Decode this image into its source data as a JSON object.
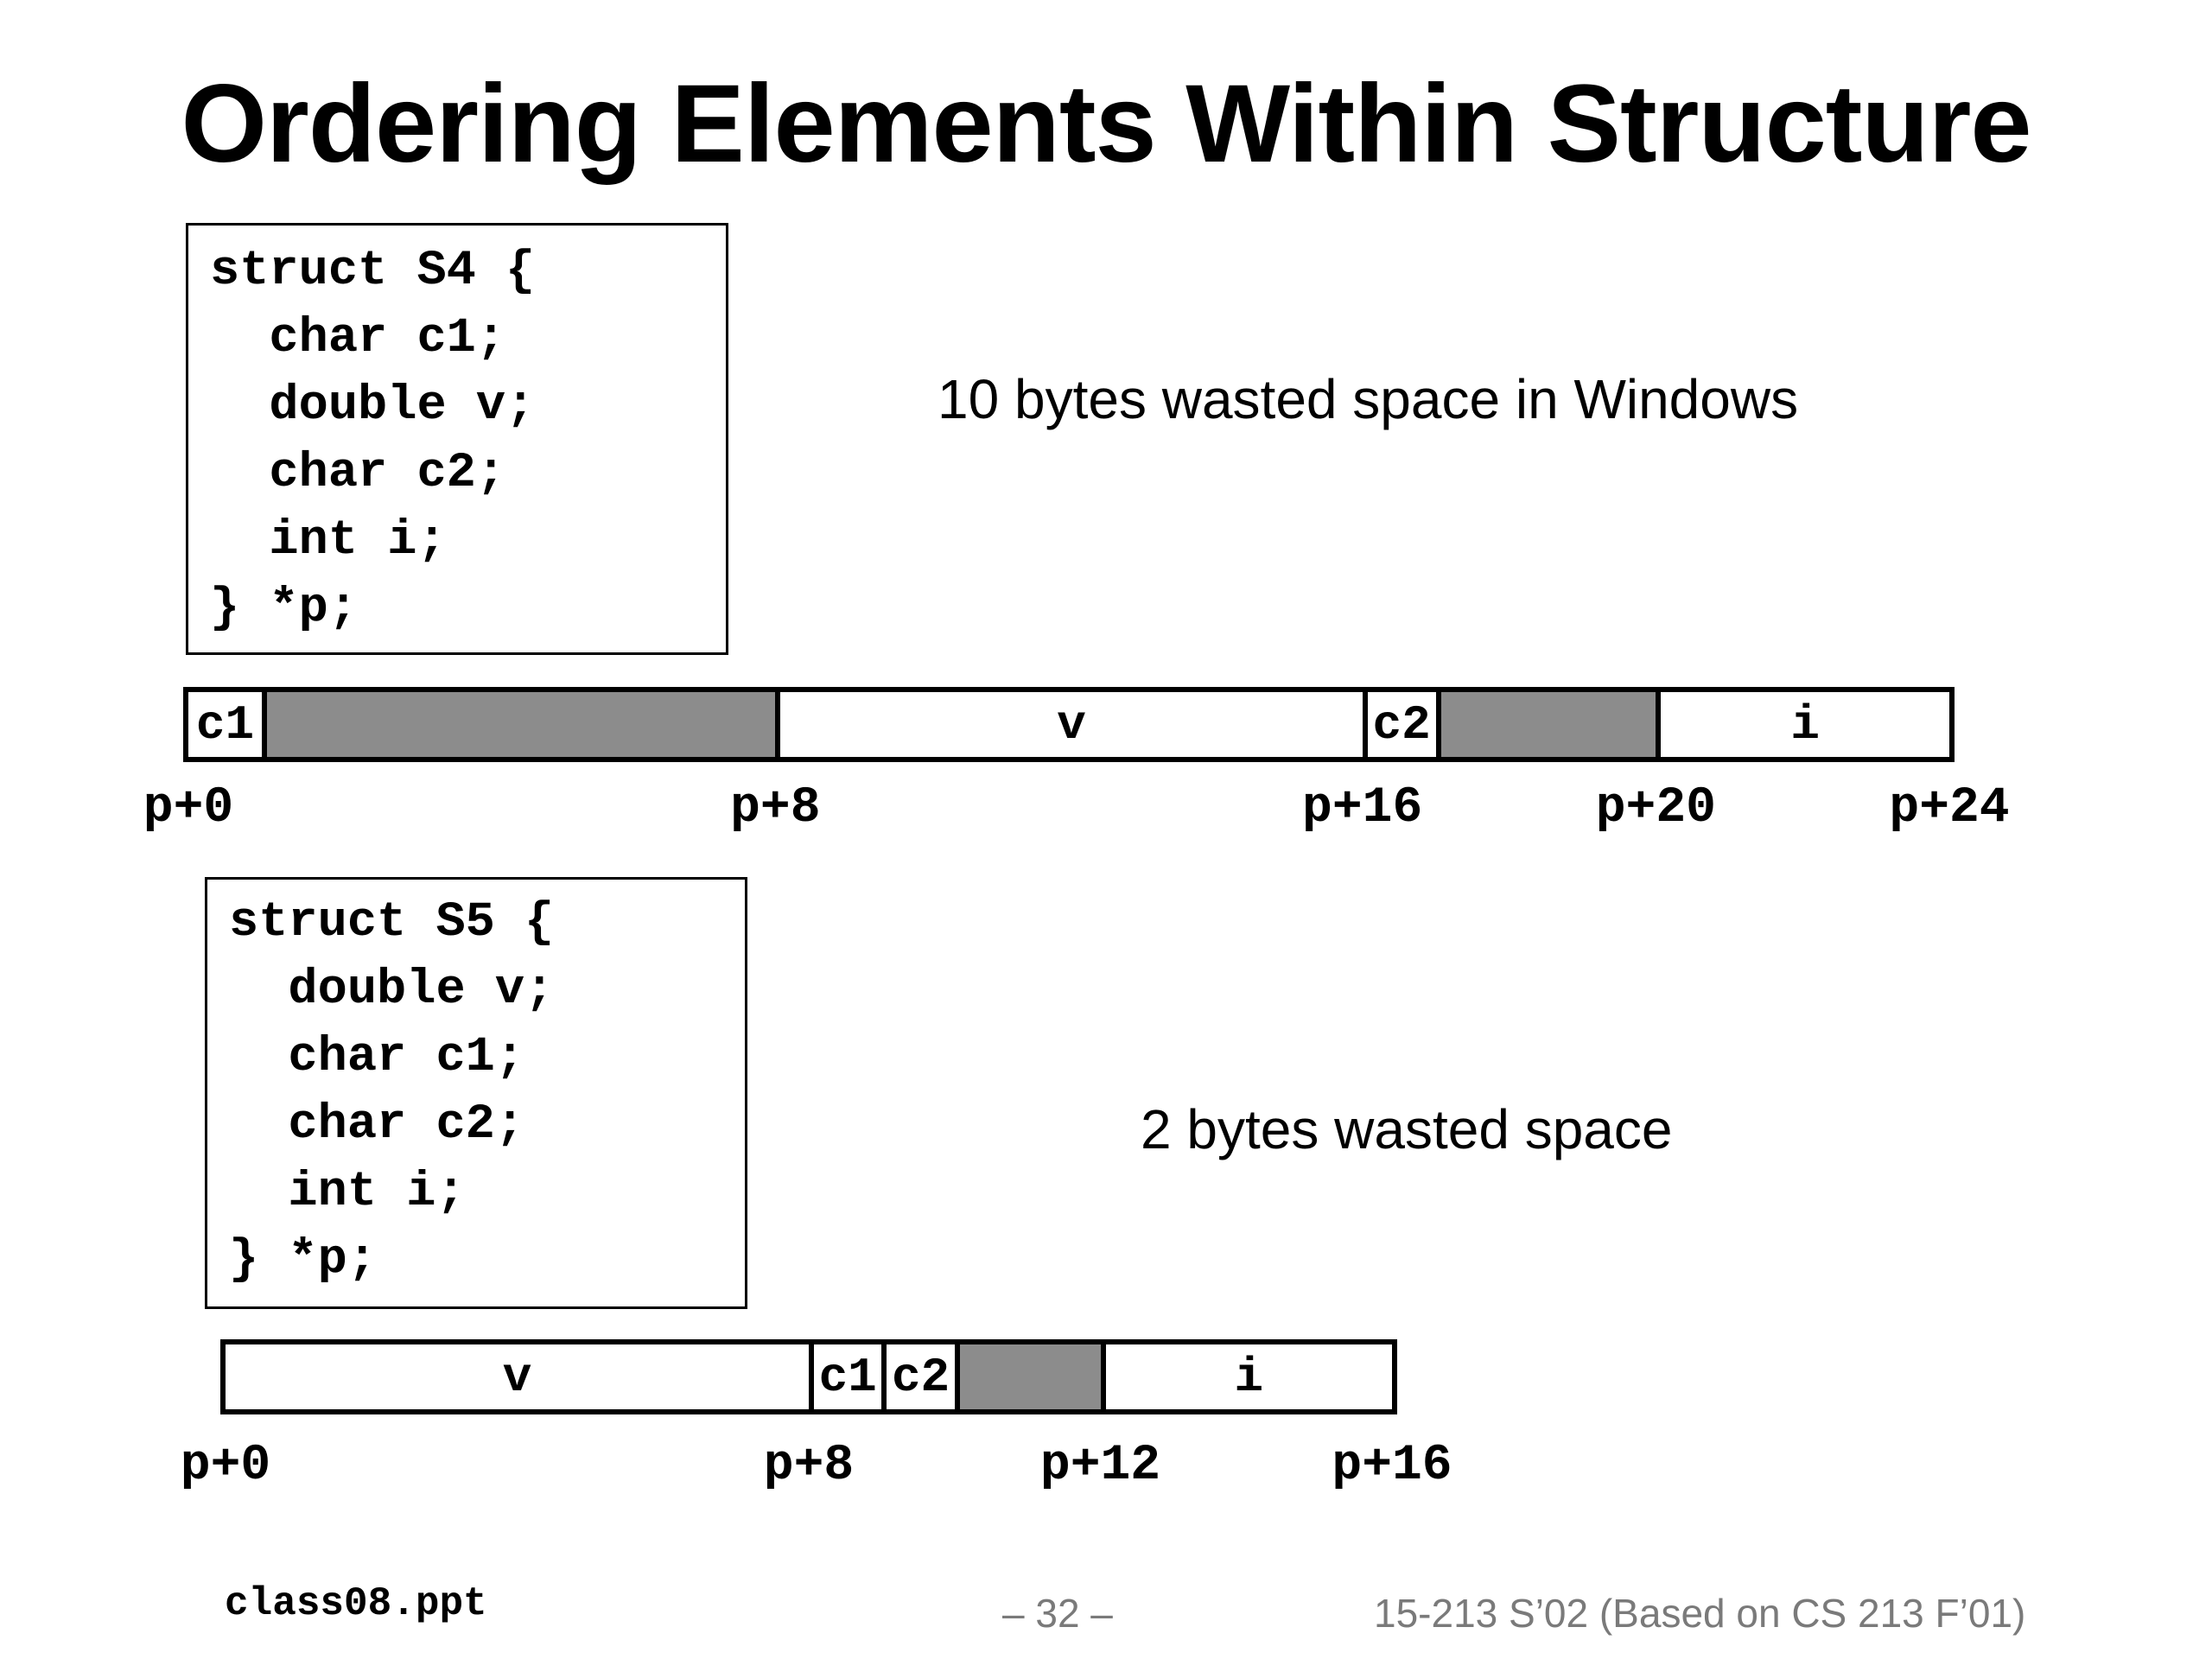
{
  "slide": {
    "title": "Ordering Elements Within Structure"
  },
  "s4": {
    "code": [
      "struct S4 {",
      "  char c1;",
      "  double v;",
      "  char c2;",
      "  int i;",
      "} *p;"
    ],
    "note": "10 bytes wasted space in Windows",
    "cells": [
      {
        "label": "c1",
        "start": 0,
        "end": 1,
        "pad": false
      },
      {
        "label": "",
        "start": 1,
        "end": 8,
        "pad": true
      },
      {
        "label": "v",
        "start": 8,
        "end": 16,
        "pad": false
      },
      {
        "label": "c2",
        "start": 16,
        "end": 17,
        "pad": false
      },
      {
        "label": "",
        "start": 17,
        "end": 20,
        "pad": true
      },
      {
        "label": "i",
        "start": 20,
        "end": 24,
        "pad": false
      }
    ],
    "ticks": [
      {
        "label": "p+0",
        "offset": 0
      },
      {
        "label": "p+8",
        "offset": 8
      },
      {
        "label": "p+16",
        "offset": 16
      },
      {
        "label": "p+20",
        "offset": 20
      },
      {
        "label": "p+24",
        "offset": 24
      }
    ]
  },
  "s5": {
    "code": [
      "struct S5 {",
      "  double v;",
      "  char c1;",
      "  char c2;",
      "  int i;",
      "} *p;"
    ],
    "note": "2 bytes wasted space",
    "cells": [
      {
        "label": "v",
        "start": 0,
        "end": 8,
        "pad": false
      },
      {
        "label": "c1",
        "start": 8,
        "end": 9,
        "pad": false
      },
      {
        "label": "c2",
        "start": 9,
        "end": 10,
        "pad": false
      },
      {
        "label": "",
        "start": 10,
        "end": 12,
        "pad": true
      },
      {
        "label": "i",
        "start": 12,
        "end": 16,
        "pad": false
      }
    ],
    "ticks": [
      {
        "label": "p+0",
        "offset": 0
      },
      {
        "label": "p+8",
        "offset": 8
      },
      {
        "label": "p+12",
        "offset": 12
      },
      {
        "label": "p+16",
        "offset": 16
      }
    ]
  },
  "footer": {
    "file": "class08.ppt",
    "page": "– 32 –",
    "course": "15-213 S’02 (Based on CS 213 F’01)"
  }
}
